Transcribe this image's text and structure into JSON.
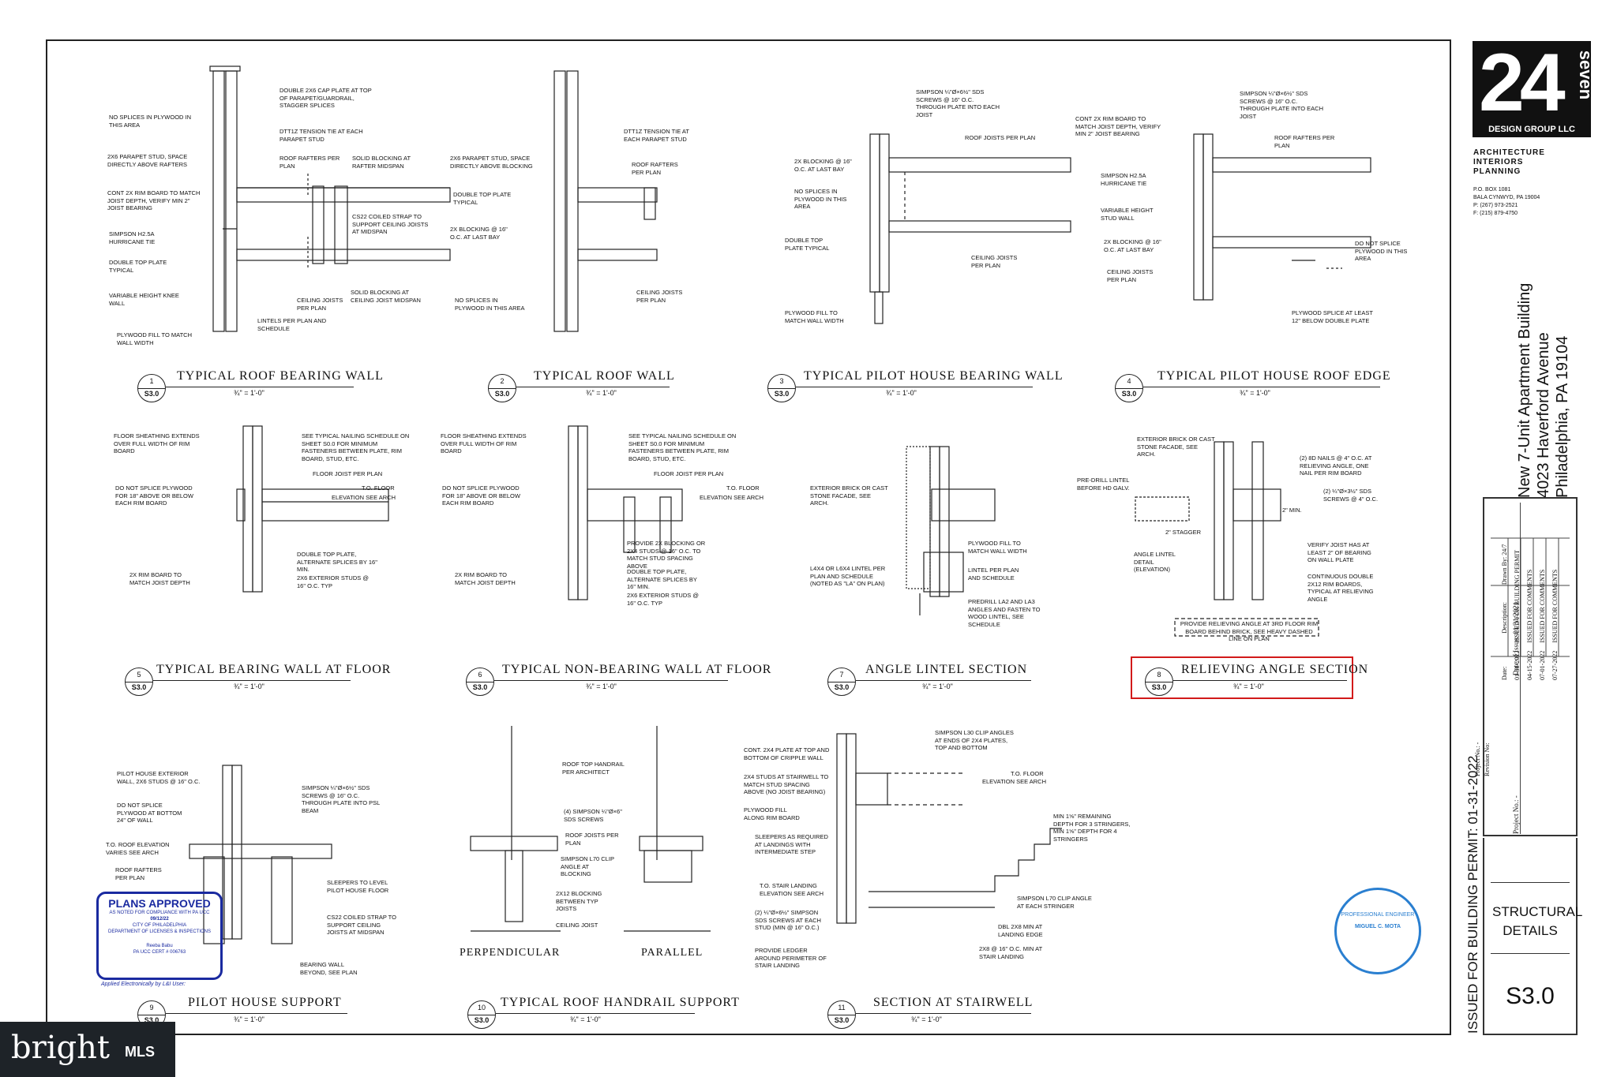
{
  "brand": {
    "logo_text": "24",
    "logo_sub": "seven",
    "firm_name": "DESIGN GROUP LLC"
  },
  "firm_services": [
    "ARCHITECTURE",
    "INTERIORS",
    "PLANNING"
  ],
  "firm_address": [
    "P.O. BOX 1081",
    "BALA CYNWYD, PA 19004",
    "P: (267) 973-2521",
    "F: (215) 879-4750"
  ],
  "project": {
    "line1": "New 7-Unit Apartment Building",
    "line2": "4023 Haverford Avenue",
    "line3": "Philadelphia, PA 19104"
  },
  "revisions": {
    "header": [
      "Date of Issue: 01/31/2021",
      "Drawn By: 24/7"
    ],
    "labels": [
      "Project No.: -",
      "Revision No:"
    ],
    "columns": [
      "Date:",
      "Description:"
    ],
    "rows": [
      {
        "date": "01-31-2022",
        "desc": "ISSUED FOR BUILDING PERMIT"
      },
      {
        "date": "04-15-2022",
        "desc": "ISSUED FOR COMMENTS"
      },
      {
        "date": "07-01-2022",
        "desc": "ISSUED FOR COMMENTS"
      },
      {
        "date": "07-27-2022",
        "desc": "ISSUED FOR COMMENTS"
      }
    ]
  },
  "sheet_title": "STRUCTURAL DETAILS",
  "sheet_number": "S3.0",
  "permit_note": "ISSUED FOR BUILDING PERMIT: 01-31-2022",
  "scale_text": "¾\" = 1'-0\"",
  "details": [
    {
      "num": "1",
      "sheet": "S3.0",
      "title": "TYPICAL ROOF BEARING WALL"
    },
    {
      "num": "2",
      "sheet": "S3.0",
      "title": "TYPICAL ROOF WALL"
    },
    {
      "num": "3",
      "sheet": "S3.0",
      "title": "TYPICAL PILOT HOUSE BEARING WALL"
    },
    {
      "num": "4",
      "sheet": "S3.0",
      "title": "TYPICAL PILOT HOUSE ROOF EDGE"
    },
    {
      "num": "5",
      "sheet": "S3.0",
      "title": "TYPICAL BEARING WALL AT FLOOR"
    },
    {
      "num": "6",
      "sheet": "S3.0",
      "title": "TYPICAL NON-BEARING WALL AT FLOOR"
    },
    {
      "num": "7",
      "sheet": "S3.0",
      "title": "ANGLE LINTEL SECTION"
    },
    {
      "num": "8",
      "sheet": "S3.0",
      "title": "RELIEVING ANGLE SECTION"
    },
    {
      "num": "9",
      "sheet": "S3.0",
      "title": "PILOT HOUSE SUPPORT"
    },
    {
      "num": "10",
      "sheet": "S3.0",
      "title": "TYPICAL ROOF HANDRAIL SUPPORT"
    },
    {
      "num": "11",
      "sheet": "S3.0",
      "title": "SECTION AT STAIRWELL"
    }
  ],
  "notes": {
    "d1": [
      "NO SPLICES IN PLYWOOD IN THIS AREA",
      "2x6 PARAPET STUD, SPACE DIRECTLY ABOVE RAFTERS",
      "CONT 2x RIM BOARD TO MATCH JOIST DEPTH, VERIFY MIN 2\" JOIST BEARING",
      "SIMPSON H2.5A HURRICANE TIE",
      "DOUBLE TOP PLATE TYPICAL",
      "VARIABLE HEIGHT KNEE WALL",
      "PLYWOOD FILL TO MATCH WALL WIDTH",
      "DOUBLE 2x6 CAP PLATE AT TOP OF PARAPET/GUARDRAIL, STAGGER SPLICES",
      "DTT1Z TENSION TIE AT EACH PARAPET STUD",
      "ROOF RAFTERS PER PLAN",
      "SOLID BLOCKING AT RAFTER MIDSPAN",
      "CS22 COILED STRAP TO SUPPORT CEILING JOISTS AT MIDSPAN",
      "SOLID BLOCKING AT CEILING JOIST MIDSPAN",
      "CEILING JOISTS PER PLAN",
      "LINTELS PER PLAN AND SCHEDULE"
    ],
    "d2": [
      "2x6 PARAPET STUD, SPACE DIRECTLY ABOVE BLOCKING",
      "DOUBLE TOP PLATE TYPICAL",
      "2x BLOCKING @ 16\" O.C. AT LAST BAY",
      "NO SPLICES IN PLYWOOD IN THIS AREA",
      "DTT1Z TENSION TIE AT EACH PARAPET STUD",
      "ROOF RAFTERS PER PLAN",
      "CEILING JOISTS PER PLAN"
    ],
    "d3": [
      "SIMPSON ¼\"ø×6½\" SDS SCREWS @ 16\" O.C. THROUGH PLATE INTO EACH JOIST",
      "ROOF JOISTS PER PLAN",
      "2x BLOCKING @ 16\" O.C. AT LAST BAY",
      "NO SPLICES IN PLYWOOD IN THIS AREA",
      "DOUBLE TOP PLATE TYPICAL",
      "CEILING JOISTS PER PLAN",
      "PLYWOOD FILL TO MATCH WALL WIDTH"
    ],
    "d4": [
      "CONT 2x RIM BOARD TO MATCH JOIST DEPTH, VERIFY MIN 2\" JOIST BEARING",
      "SIMPSON ¼\"ø×6½\" SDS SCREWS @ 16\" O.C. THROUGH PLATE INTO EACH JOIST",
      "ROOF RAFTERS PER PLAN",
      "SIMPSON H2.5A HURRICANE TIE",
      "VARIABLE HEIGHT STUD WALL",
      "2x BLOCKING @ 16\" O.C. AT LAST BAY",
      "CEILING JOISTS PER PLAN",
      "DO NOT SPLICE PLYWOOD IN THIS AREA",
      "PLYWOOD SPLICE AT LEAST 12\" BELOW DOUBLE PLATE"
    ],
    "d5": [
      "FLOOR SHEATHING EXTENDS OVER FULL WIDTH OF RIM BOARD",
      "DO NOT SPLICE PLYWOOD FOR 18\" ABOVE OR BELOW EACH RIM BOARD",
      "2x RIM BOARD TO MATCH JOIST DEPTH",
      "SEE TYPICAL NAILING SCHEDULE ON SHEET S0.0 FOR MINIMUM FASTENERS BETWEEN PLATE, RIM BOARD, STUD, ETC.",
      "FLOOR JOIST PER PLAN",
      "T.O. FLOOR",
      "ELEVATION SEE ARCH",
      "DOUBLE TOP PLATE, ALTERNATE SPLICES BY 16\" MIN.",
      "2x6 EXTERIOR STUDS @ 16\" O.C. TYP"
    ],
    "d6": [
      "FLOOR SHEATHING EXTENDS OVER FULL WIDTH OF RIM BOARD",
      "DO NOT SPLICE PLYWOOD FOR 18\" ABOVE OR BELOW EACH RIM BOARD",
      "2x RIM BOARD TO MATCH JOIST DEPTH",
      "SEE TYPICAL NAILING SCHEDULE ON SHEET S0.0 FOR MINIMUM FASTENERS BETWEEN PLATE, RIM BOARD, STUD, ETC.",
      "FLOOR JOIST PER PLAN",
      "T.O. FLOOR",
      "ELEVATION SEE ARCH",
      "PROVIDE 2x BLOCKING OR 2x4 STUDS @ 16\" O.C. TO MATCH STUD SPACING ABOVE",
      "DOUBLE TOP PLATE, ALTERNATE SPLICES BY 16\" MIN.",
      "2x6 EXTERIOR STUDS @ 16\" O.C. TYP"
    ],
    "d7": [
      "EXTERIOR BRICK OR CAST STONE FACADE, SEE ARCH.",
      "L4x4 OR L6x4 LINTEL PER PLAN AND SCHEDULE (NOTED AS \"LA\" ON PLAN)",
      "PLYWOOD FILL TO MATCH WALL WIDTH",
      "LINTEL PER PLAN AND SCHEDULE",
      "PREDRILL LA2 AND LA3 ANGLES AND FASTEN TO WOOD LINTEL, SEE SCHEDULE"
    ],
    "d8": [
      "EXTERIOR BRICK OR CAST STONE FACADE, SEE ARCH.",
      "PRE-DRILL LINTEL BEFORE HD GALV.",
      "2\" STAGGER",
      "ANGLE LINTEL DETAIL (ELEVATION)",
      "(2) 8d NAILS @ 4\" O.C. AT RELIEVING ANGLE, ONE NAIL PER RIM BOARD",
      "(2) ¼\"ø×3½\" SDS SCREWS @ 4\" O.C.",
      "2\" MIN.",
      "VERIFY JOIST HAS AT LEAST 2\" OF BEARING ON WALL PLATE",
      "CONTINUOUS DOUBLE 2x12 RIM BOARDS, TYPICAL AT RELIEVING ANGLE",
      "PROVIDE RELIEVING ANGLE AT 3rd FLOOR RIM BOARD BEHIND BRICK, SEE HEAVY DASHED LINE ON PLAN"
    ],
    "d9": [
      "PILOT HOUSE EXTERIOR WALL, 2x6 STUDS @ 16\" O.C.",
      "DO NOT SPLICE PLYWOOD AT BOTTOM 24\" OF WALL",
      "T.O. ROOF ELEVATION",
      "VARIES SEE ARCH",
      "ROOF RAFTERS PER PLAN",
      "SIMPSON ¼\"ø×6½\" SDS SCREWS @ 16\" O.C. THROUGH PLATE INTO PSL BEAM",
      "SLEEPERS TO LEVEL PILOT HOUSE FLOOR",
      "CS22 COILED STRAP TO SUPPORT CEILING JOISTS AT MIDSPAN",
      "BEARING WALL BEYOND, SEE PLAN"
    ],
    "d10": [
      "ROOF TOP HANDRAIL PER ARCHITECT",
      "(4) SIMPSON ¼\"ø×6\" SDS SCREWS",
      "ROOF JOISTS PER PLAN",
      "SIMPSON L70 CLIP ANGLE AT BLOCKING",
      "2x12 BLOCKING BETWEEN TYP JOISTS",
      "CEILING JOIST",
      "PERPENDICULAR",
      "PARALLEL"
    ],
    "d11": [
      "CONT. 2x4 PLATE AT TOP AND BOTTOM OF CRIPPLE WALL",
      "2x4 STUDS AT STAIRWELL TO MATCH STUD SPACING ABOVE (NO JOIST BEARING)",
      "PLYWOOD FILL ALONG RIM BOARD",
      "SLEEPERS AS REQUIRED AT LANDINGS WITH INTERMEDIATE STEP",
      "T.O. STAIR LANDING",
      "ELEVATION SEE ARCH",
      "(2) ¼\"ø×6½\" SIMPSON SDS SCREWS AT EACH STUD (MIN @ 16\" O.C.)",
      "PROVIDE LEDGER AROUND PERIMETER OF STAIR LANDING",
      "SIMPSON L30 CLIP ANGLES AT ENDS OF 2x4 PLATES, TOP AND BOTTOM",
      "T.O. FLOOR",
      "ELEVATION SEE ARCH",
      "MIN 1⅝\" REMAINING DEPTH FOR 3 STRINGERS, MIN 1⅝\" DEPTH FOR 4 STRINGERS",
      "SIMPSON L70 CLIP ANGLE AT EACH STRINGER",
      "DBL 2x8 MIN AT LANDING EDGE",
      "2x8 @ 16\" O.C. MIN AT STAIR LANDING"
    ]
  },
  "stamp": {
    "title": "PLANS APPROVED",
    "line1": "AS NOTED FOR COMPLIANCE WITH PA UCC",
    "date": "09/12/22",
    "city": "CITY OF PHILADELPHIA",
    "dept": "DEPARTMENT OF LICENSES & INSPECTIONS",
    "name": "Reeba Babu",
    "cert": "PA UCC CERT # 006763",
    "note": "Applied Electronically by L&I User:"
  },
  "seal": {
    "name": "MIGUEL C. MOTA",
    "title": "PROFESSIONAL ENGINEER"
  },
  "watermark": {
    "brand": "bright",
    "sub": "MLS"
  }
}
